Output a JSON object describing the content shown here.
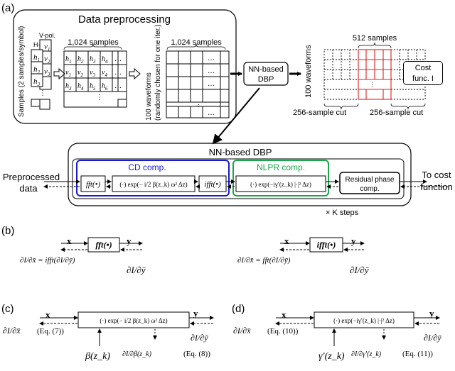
{
  "panels": {
    "a": "(a)",
    "b": "(b)",
    "c": "(c)",
    "d": "(d)"
  },
  "a": {
    "preprocessing_title": "Data preprocessing",
    "samples_per_symbol": "Samples (2 samples/symbol)",
    "h_pol": "H-pol.",
    "v_pol": "V-pol.",
    "h_labels": [
      "h",
      "h",
      "h"
    ],
    "v_labels": [
      "v",
      "v",
      "v"
    ],
    "subscripts": [
      "1",
      "2",
      "3",
      "4",
      "5",
      "6"
    ],
    "samples_1024": "1,024 samples",
    "samples_1024b": "1,024 samples",
    "waveforms_rotated": "100 waveforms",
    "random_rotated": "(randomly chosen for one iter.)",
    "nn_dbp_line1": "NN-based",
    "nn_dbp_line2": "DBP",
    "samples_512": "512 samples",
    "waveforms_100": "100 waveforms",
    "cost_line1": "Cost",
    "cost_line2": "func. I",
    "cut_left": "256-sample cut",
    "cut_right": "256-sample cut",
    "ellipsis": "…",
    "vdots": "⋮"
  },
  "dbp": {
    "title": "NN-based DBP",
    "cd_label": "CD comp.",
    "nlpr_label": "NLPR comp.",
    "fft": "fft(•)",
    "ifft": "ifft(•)",
    "cd_expr": "(·) exp(− i/2 β(z_k) ω² Δz)",
    "nlpr_expr": "(·) exp(−iγ′(z_k) |·|² Δz)",
    "residual_line1": "Residual phase",
    "residual_line2": "comp.",
    "input_line1": "Preprocessed",
    "input_line2": "data",
    "output_line1": "To cost",
    "output_line2": "function",
    "k_steps": "× K steps"
  },
  "b": {
    "x": "x",
    "y": "y",
    "fft_box": "fft(•)",
    "ifft_box": "ifft(•)",
    "left_grad": "∂I/∂x̄ = ifft(∂I/∂ȳ)",
    "right_grad": "∂I/∂x̄ = fft(∂I/∂ȳ)",
    "dI_dy": "∂I/∂ȳ"
  },
  "c": {
    "x": "x",
    "y": "y",
    "expr": "(·) exp(− i/2 β(z_k) ω² Δz)",
    "dI_dx": "∂I/∂x̄",
    "eq7": "(Eq. (7))",
    "dI_dy": "∂I/∂ȳ",
    "beta": "β(z_k)",
    "dI_dbeta": "∂I/∂β(z_k)",
    "eq8": "(Eq. (8))"
  },
  "d": {
    "x": "x",
    "y": "y",
    "expr": "(·) exp(−iγ′(z_k) |·|² Δz)",
    "dI_dx": "∂I/∂x̄",
    "eq10": "(Eq. (10))",
    "dI_dy": "∂I/∂ȳ",
    "gamma": "γ′(z_k)",
    "dI_dgamma": "∂I/∂γ′(z_k)",
    "eq11": "(Eq. (11))"
  },
  "colors": {
    "cd": "#1a1ad4",
    "nlpr": "#1aa64a",
    "cut": "#e02020",
    "ink": "#000000"
  }
}
